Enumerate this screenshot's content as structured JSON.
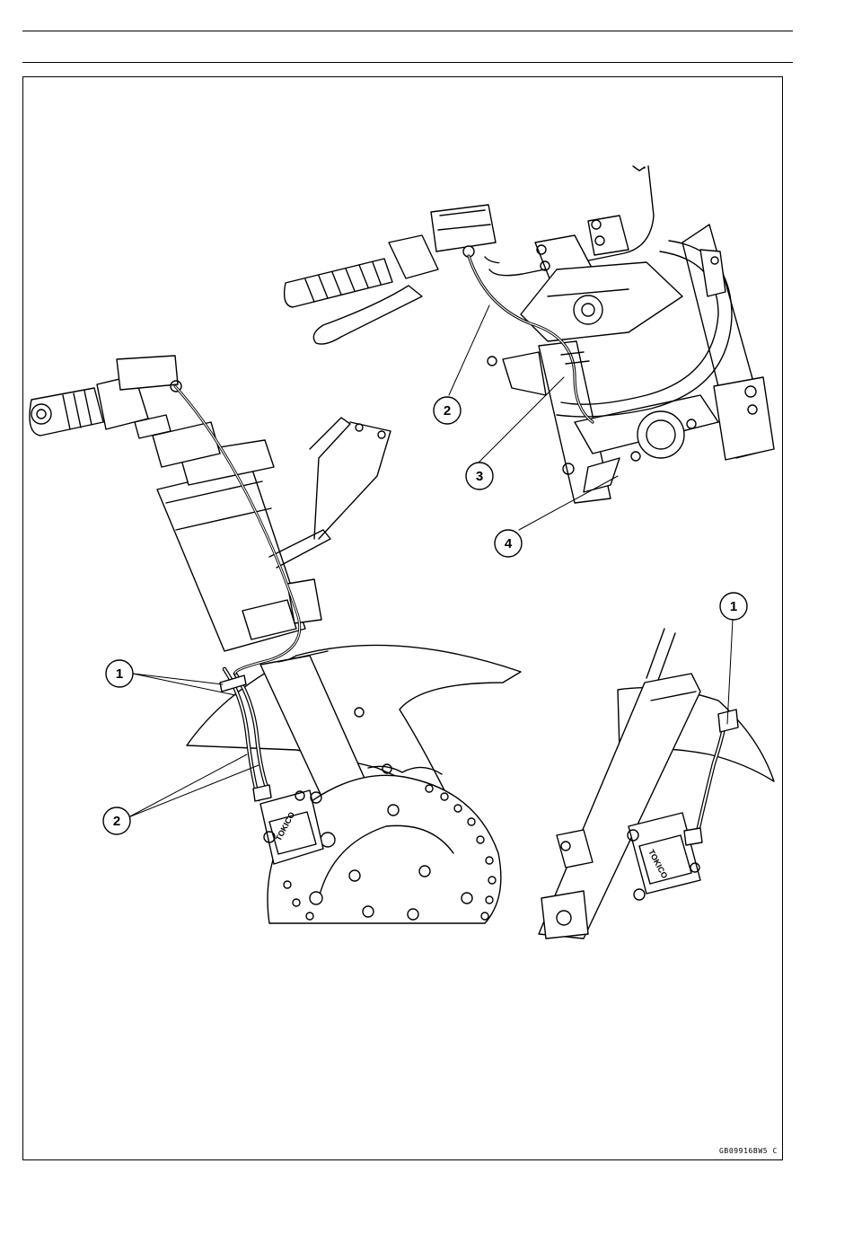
{
  "figure": {
    "callouts": {
      "one": "1",
      "two": "2",
      "three": "3",
      "four": "4"
    },
    "caliper_brand": "TOKICO",
    "image_code": "GB09916BW5 C"
  }
}
